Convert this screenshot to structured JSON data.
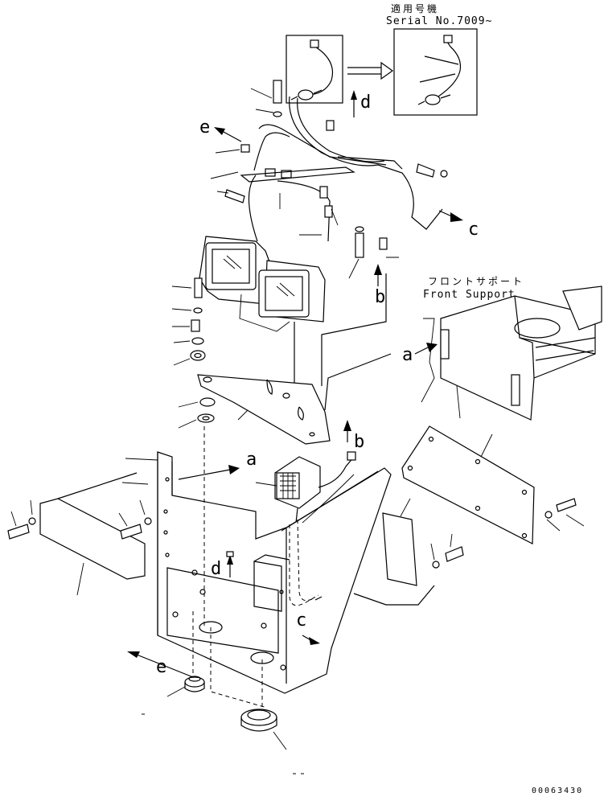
{
  "serial_block": {
    "applicable_jp": "適用号機",
    "serial": "Serial No.7009~"
  },
  "front_support": {
    "label_jp": "フロントサポート",
    "label_en": "Front Support"
  },
  "callouts": {
    "a_upper": "a",
    "a_lower": "a",
    "b_upper": "b",
    "b_lower": "b",
    "c_upper": "c",
    "c_lower": "c",
    "d_upper": "d",
    "d_lower": "d",
    "e_upper": "e",
    "e_lower": "e"
  },
  "figure_number": "00063430"
}
